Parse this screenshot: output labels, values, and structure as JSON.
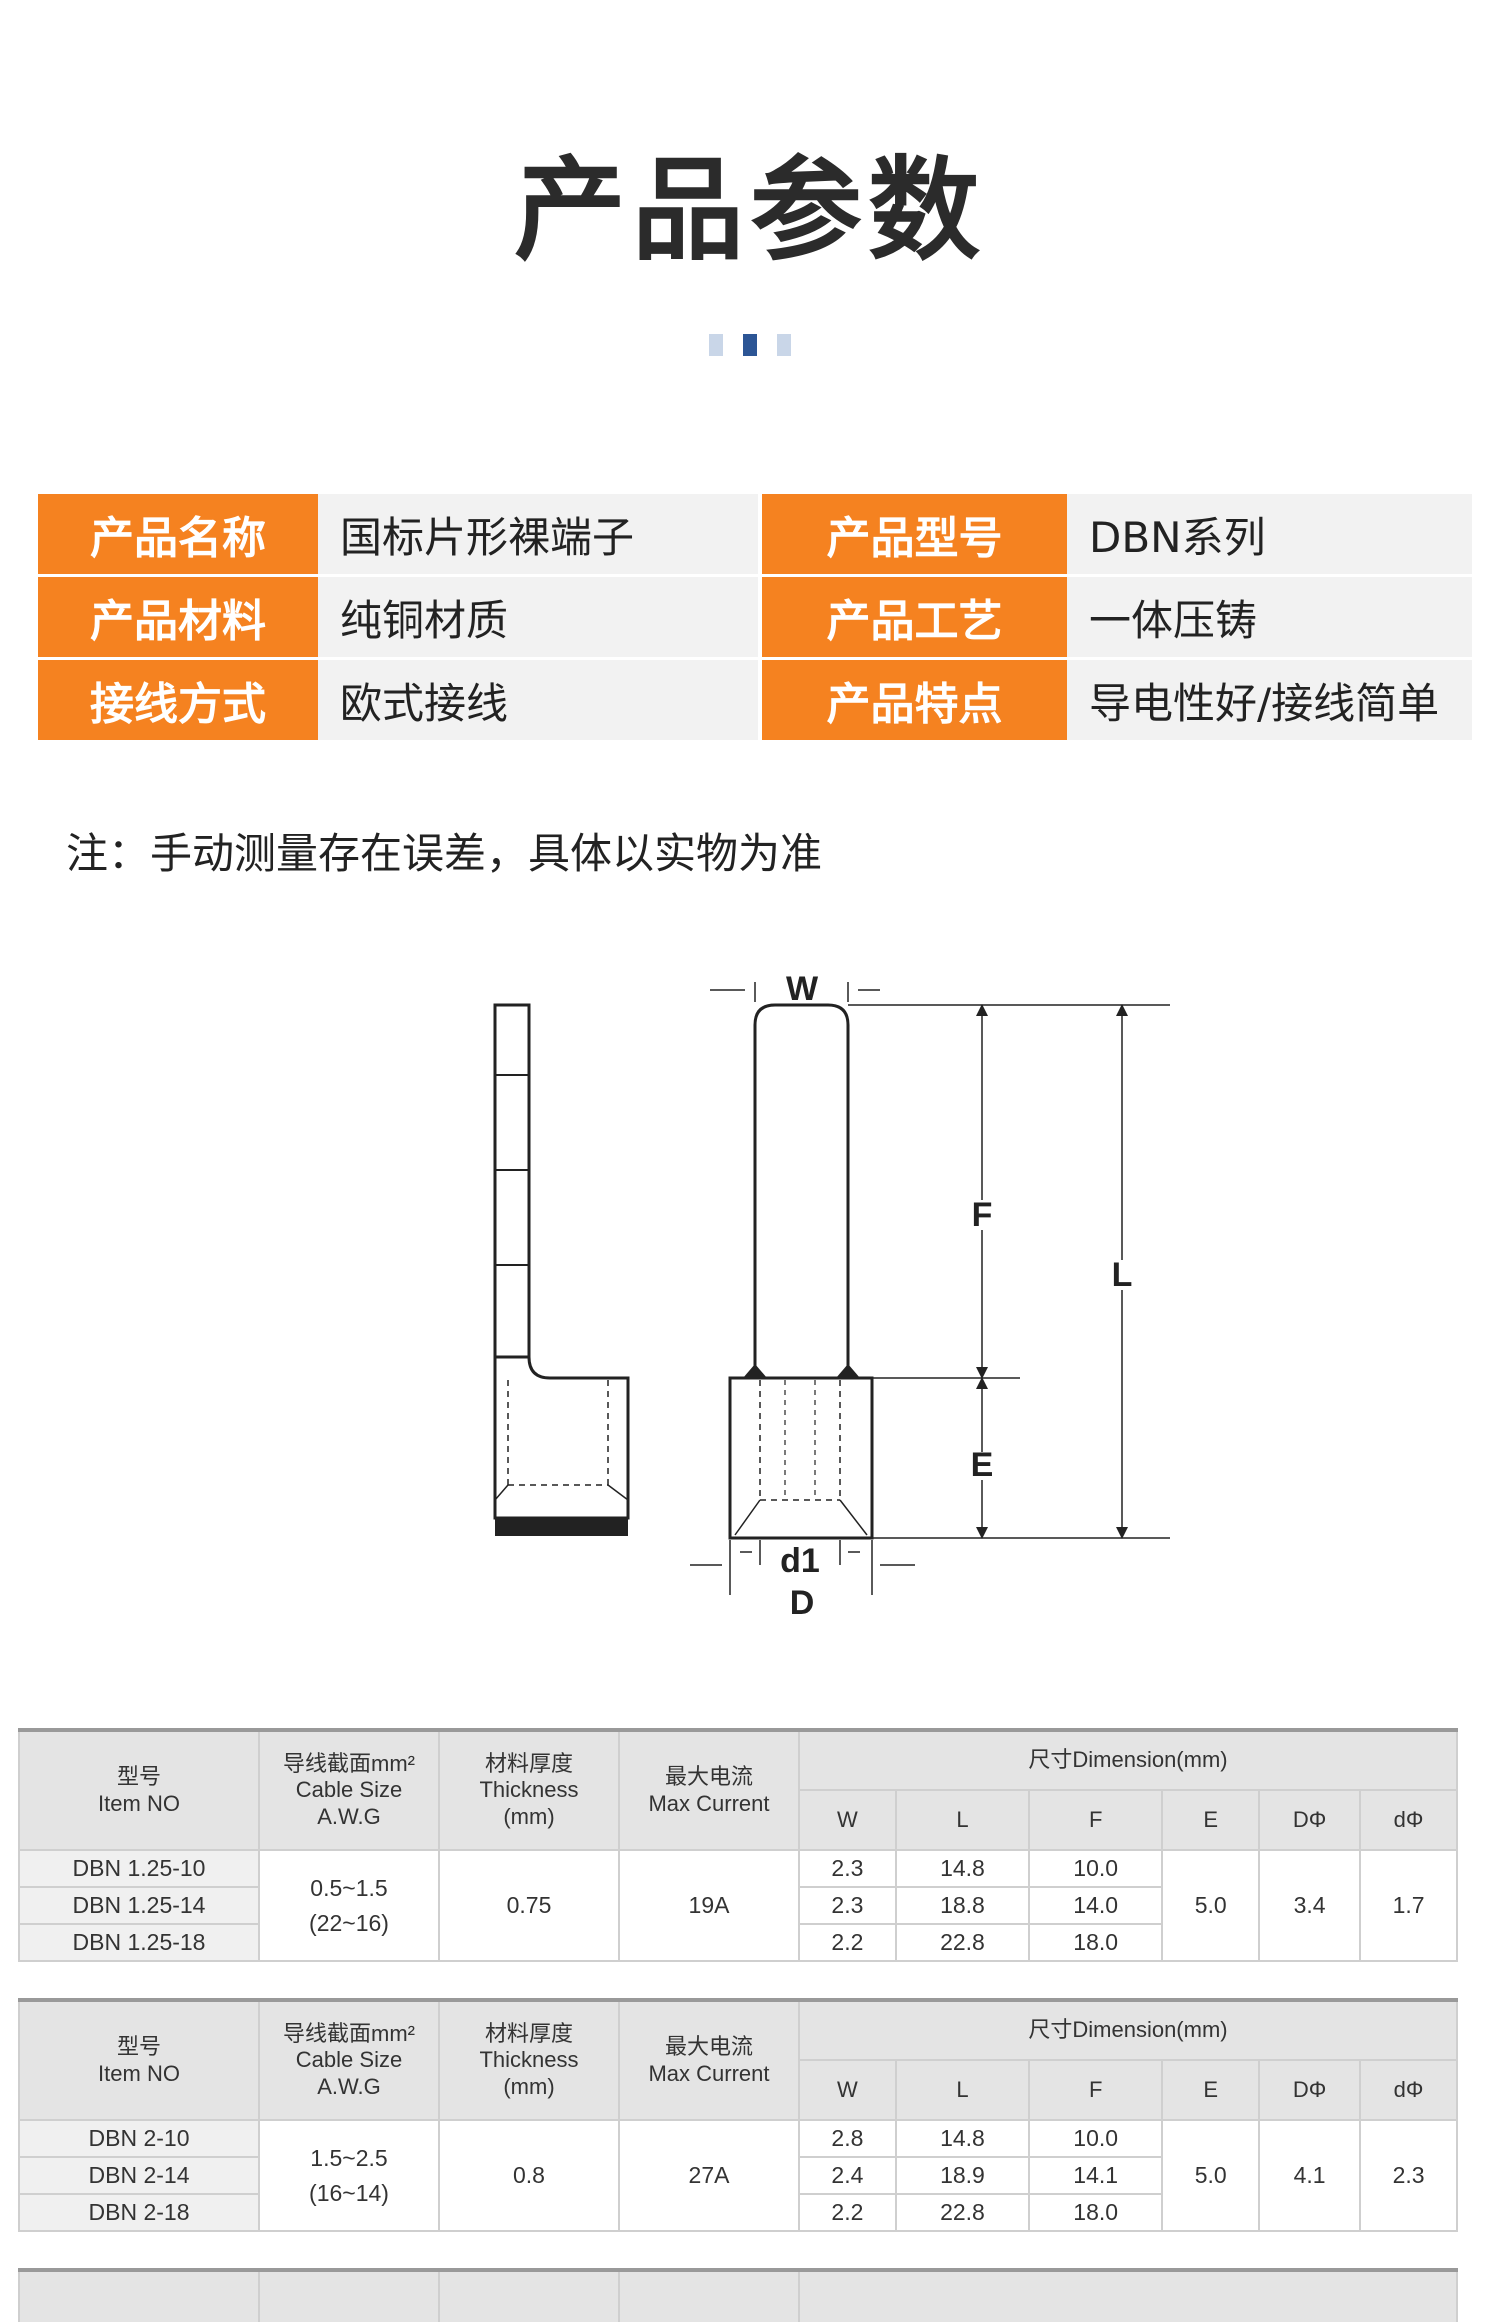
{
  "header": {
    "title": "产品参数"
  },
  "params": {
    "rows": [
      {
        "label1": "产品名称",
        "value1": "国标片形裸端子",
        "label2": "产品型号",
        "value2": "DBN系列"
      },
      {
        "label1": "产品材料",
        "value1": "纯铜材质",
        "label2": "产品工艺",
        "value2": "一体压铸"
      },
      {
        "label1": "接线方式",
        "value1": "欧式接线",
        "label2": "产品特点",
        "value2": "导电性好/接线简单"
      }
    ]
  },
  "note": "注：手动测量存在误差，具体以实物为准",
  "diagram": {
    "labels": {
      "w": "W",
      "f": "F",
      "l": "L",
      "e": "E",
      "d1": "d1",
      "d": "D"
    }
  },
  "spec_header": {
    "item": [
      "型号",
      "Item NO"
    ],
    "cable": [
      "导线截面mm²",
      "Cable Size",
      "A.W.G"
    ],
    "thickness": [
      "材料厚度",
      "Thickness",
      "(mm)"
    ],
    "current": [
      "最大电流",
      "Max Current"
    ],
    "dimension": "尺寸Dimension(mm)",
    "cols": [
      "W",
      "L",
      "F",
      "E",
      "DΦ",
      "dΦ"
    ]
  },
  "tables": [
    {
      "cable": [
        "0.5~1.5",
        "(22~16)"
      ],
      "thickness": "0.75",
      "current": "19A",
      "E": "5.0",
      "D": "3.4",
      "d": "1.7",
      "rows": [
        {
          "item": "DBN 1.25-10",
          "W": "2.3",
          "L": "14.8",
          "F": "10.0"
        },
        {
          "item": "DBN 1.25-14",
          "W": "2.3",
          "L": "18.8",
          "F": "14.0"
        },
        {
          "item": "DBN 1.25-18",
          "W": "2.2",
          "L": "22.8",
          "F": "18.0"
        }
      ]
    },
    {
      "cable": [
        "1.5~2.5",
        "(16~14)"
      ],
      "thickness": "0.8",
      "current": "27A",
      "E": "5.0",
      "D": "4.1",
      "d": "2.3",
      "rows": [
        {
          "item": "DBN 2-10",
          "W": "2.8",
          "L": "14.8",
          "F": "10.0"
        },
        {
          "item": "DBN 2-14",
          "W": "2.4",
          "L": "18.9",
          "F": "14.1"
        },
        {
          "item": "DBN 2-18",
          "W": "2.2",
          "L": "22.8",
          "F": "18.0"
        }
      ]
    }
  ]
}
